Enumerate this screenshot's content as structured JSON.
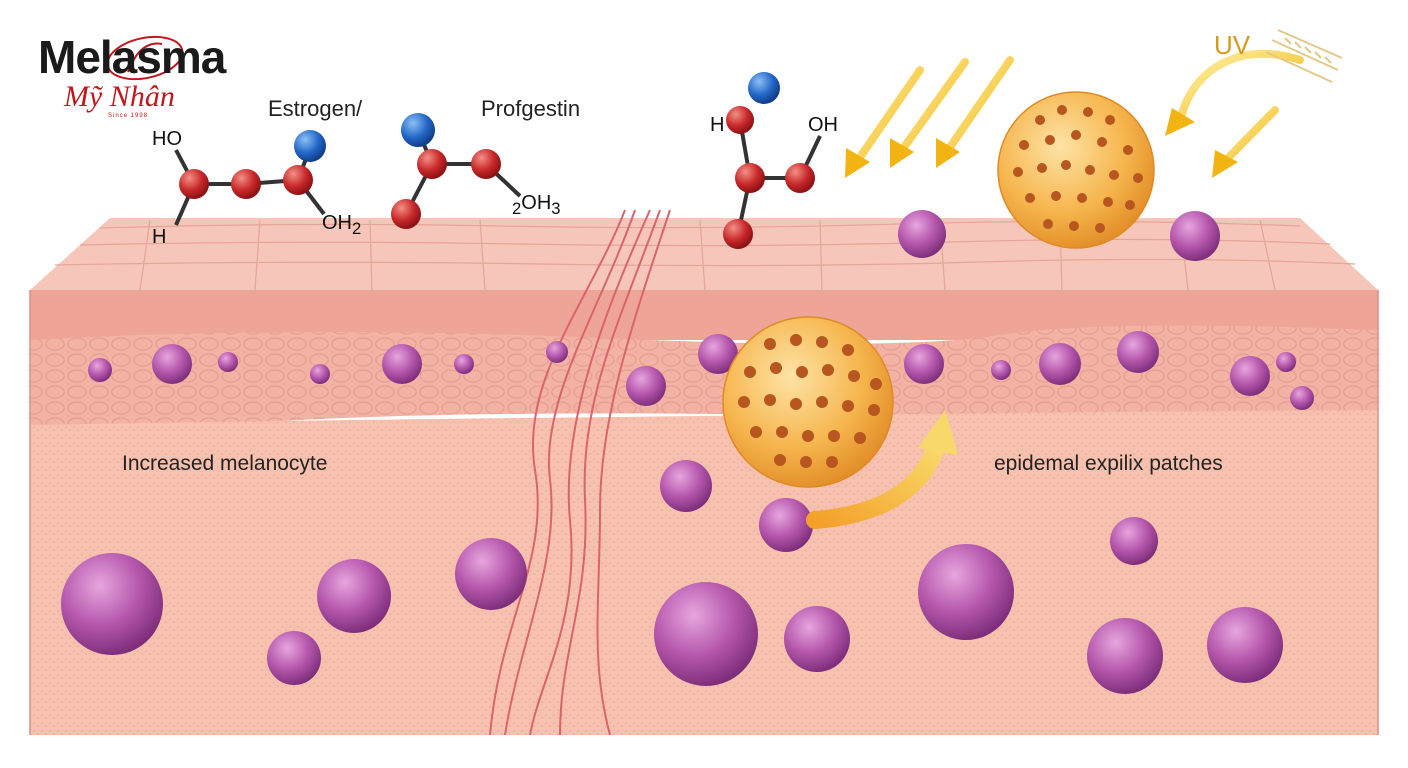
{
  "header": {
    "title": "Melasma",
    "brand": "Mỹ Nhân",
    "brand_since": "Since 1998"
  },
  "molecules": {
    "estrogen_label": "Estrogen/",
    "progestin_label": "Profgestin",
    "m1_ho": "HO",
    "m1_h": "H",
    "m1_oh2": "OH",
    "m1_oh2_sub": "2",
    "m2_sub": "2",
    "m2_oh3": "OH",
    "m2_oh3_sub": "3",
    "m3_h": "H",
    "m3_oh": "OH"
  },
  "labels": {
    "uv": "UV",
    "left_region": "Increased melanocyte",
    "right_region": "epidemal expilix patches"
  },
  "colors": {
    "skin_top": "#f3b5a8",
    "skin_mid": "#f0a89c",
    "dermis": "#f6c0ad",
    "melanocyte": "#b04fa8",
    "melanin_cell": "#f0a43c",
    "atom_red": "#c8282a",
    "atom_blue": "#2468c8",
    "uv_arrow": "#f2c018"
  }
}
